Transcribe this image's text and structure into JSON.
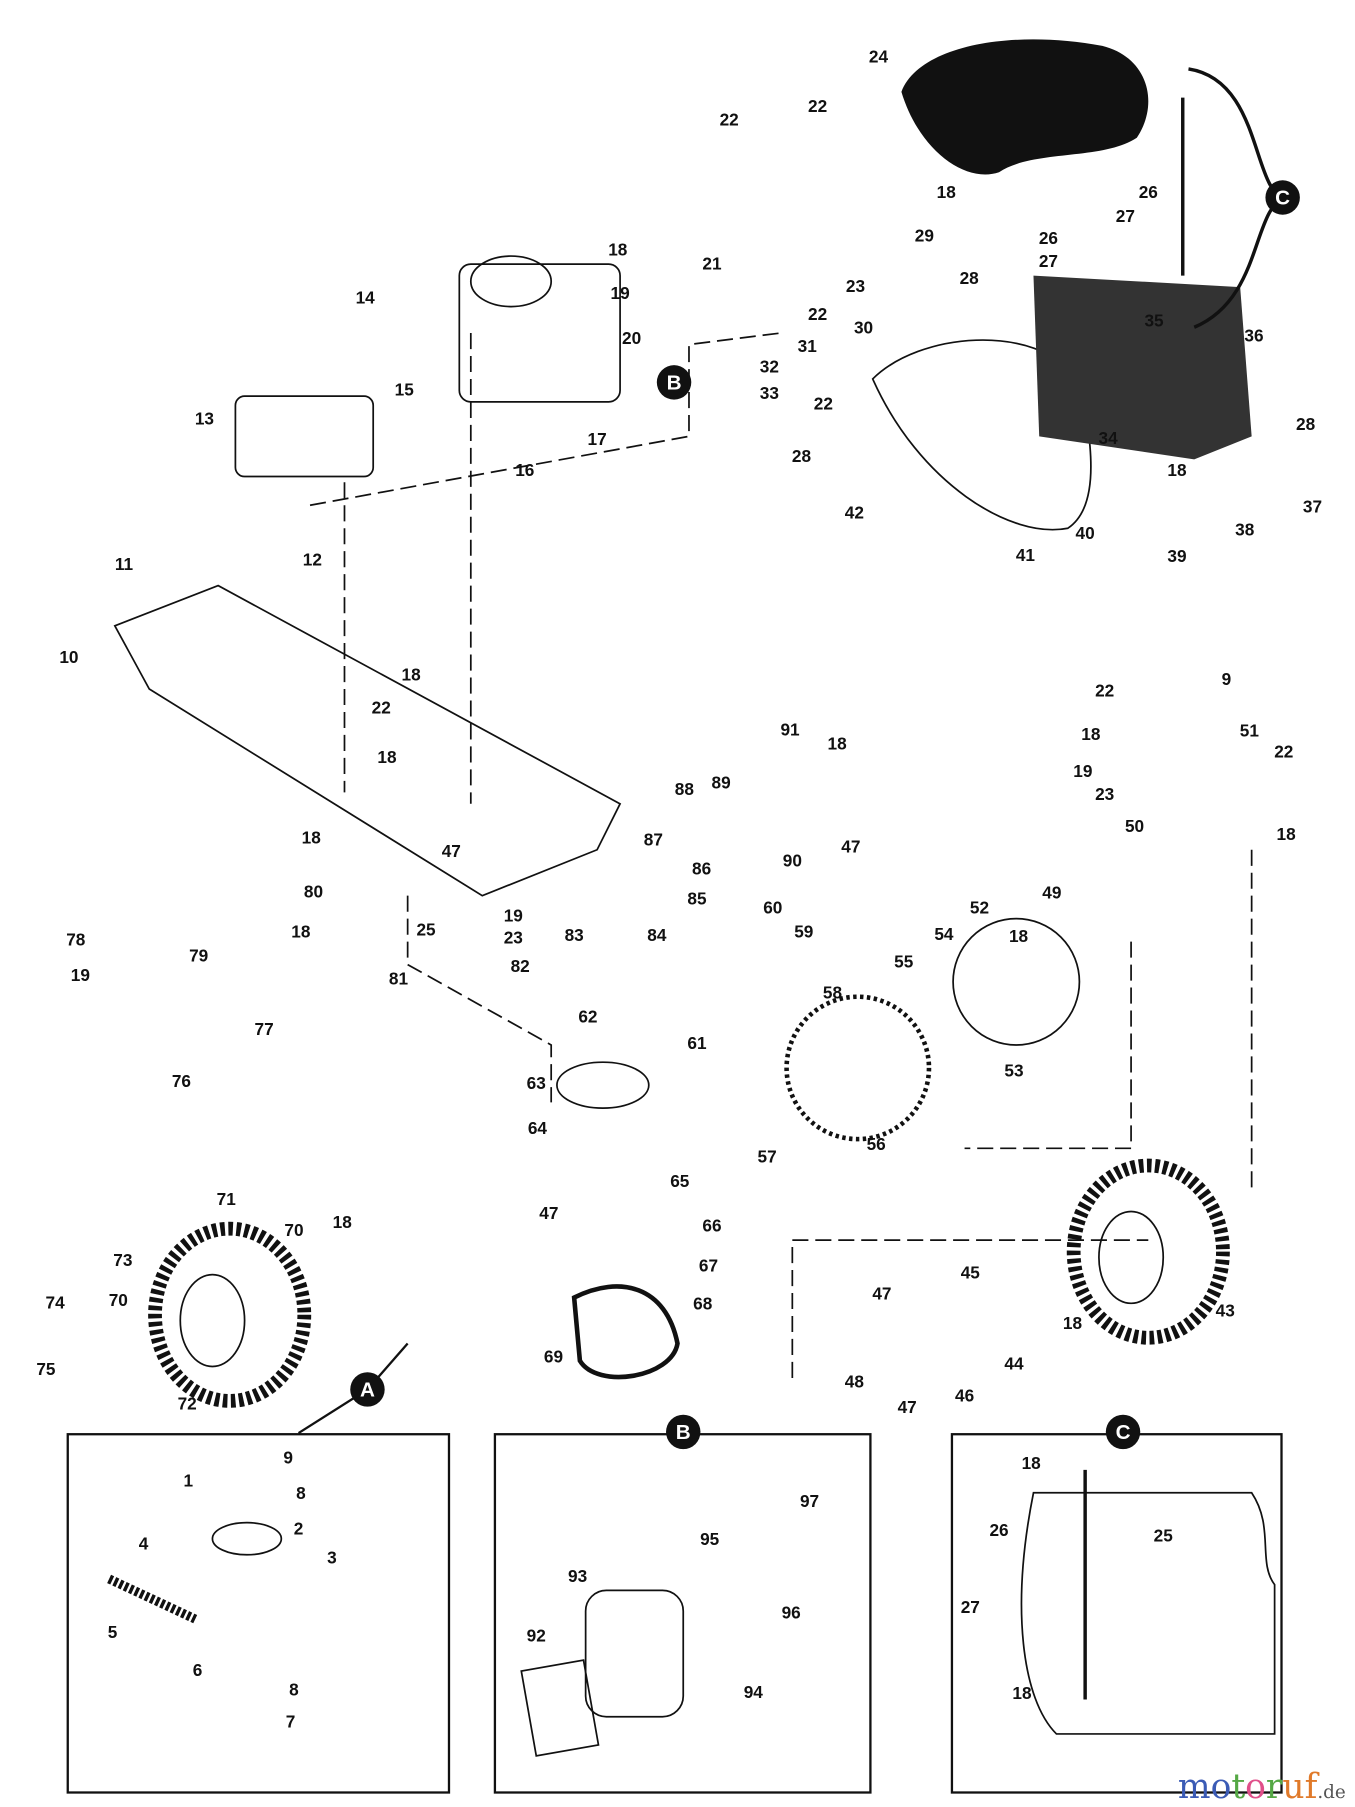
{
  "diagram": {
    "part_numbers": [
      "24",
      "22",
      "22",
      "18",
      "26",
      "27",
      "26",
      "27",
      "18",
      "19",
      "29",
      "28",
      "21",
      "23",
      "22",
      "14",
      "15",
      "20",
      "30",
      "31",
      "35",
      "36",
      "32",
      "33",
      "13",
      "17",
      "16",
      "22",
      "34",
      "28",
      "28",
      "18",
      "37",
      "42",
      "40",
      "41",
      "38",
      "39",
      "11",
      "12",
      "10",
      "18",
      "22",
      "18",
      "9",
      "22",
      "18",
      "51",
      "22",
      "19",
      "23",
      "50",
      "18",
      "91",
      "18",
      "88",
      "89",
      "87",
      "86",
      "90",
      "47",
      "85",
      "18",
      "47",
      "80",
      "18",
      "25",
      "81",
      "19",
      "23",
      "82",
      "83",
      "84",
      "60",
      "59",
      "49",
      "52",
      "18",
      "54",
      "55",
      "58",
      "78",
      "79",
      "19",
      "77",
      "76",
      "62",
      "61",
      "53",
      "63",
      "64",
      "57",
      "56",
      "65",
      "71",
      "18",
      "47",
      "70",
      "73",
      "66",
      "67",
      "68",
      "45",
      "47",
      "18",
      "43",
      "74",
      "70",
      "75",
      "72",
      "69",
      "44",
      "48",
      "47",
      "46"
    ],
    "callouts": [
      "C",
      "B",
      "A"
    ],
    "insets": [
      {
        "callout": "A",
        "part_numbers": [
          "1",
          "9",
          "8",
          "2",
          "4",
          "3",
          "5",
          "6",
          "8",
          "7"
        ]
      },
      {
        "callout": "B",
        "part_numbers": [
          "97",
          "95",
          "93",
          "96",
          "92",
          "94"
        ]
      },
      {
        "callout": "C",
        "part_numbers": [
          "18",
          "26",
          "25",
          "27",
          "18"
        ]
      }
    ]
  },
  "watermark": {
    "text": "motoruf",
    "suffix": ".de",
    "colors": [
      "#3b5bb5",
      "#3b5bb5",
      "#55a845",
      "#e0508a",
      "#55a845",
      "#e07a2a",
      "#e07a2a",
      "#f0b000"
    ]
  }
}
